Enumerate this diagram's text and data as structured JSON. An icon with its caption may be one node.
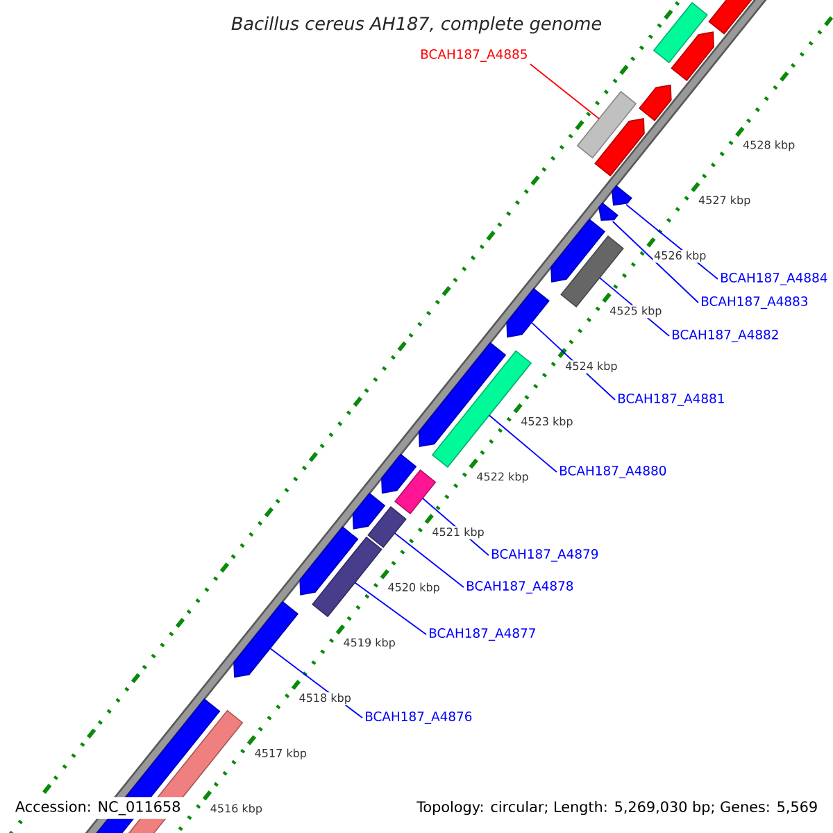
{
  "diagram": {
    "title": "Bacillus cereus AH187, complete genome",
    "nodes": [
      {
        "text": [
          "BCAH187_A4885"
        ]
      },
      {
        "text": [
          "BCAH187_A4884"
        ]
      },
      {
        "text": [
          "BCAH187_A4883"
        ]
      },
      {
        "text": [
          "BCAH187_A4882"
        ]
      },
      {
        "text": [
          "BCAH187_A4881"
        ]
      },
      {
        "text": [
          "BCAH187_A4880"
        ]
      },
      {
        "text": [
          "BCAH187_A4879"
        ]
      },
      {
        "text": [
          "BCAH187_A4878"
        ]
      },
      {
        "text": [
          "BCAH187_A4877"
        ]
      },
      {
        "text": [
          "BCAH187_A4876"
        ]
      },
      {
        "text": [],
        "shape": "bar"
      },
      {
        "text": [],
        "shape": "pentagon"
      },
      {
        "text": [],
        "shape": "pentagon"
      },
      {
        "text": [],
        "shape": "bar"
      },
      {
        "text": [],
        "shape": "pentagon"
      },
      {
        "text": [],
        "shape": "pentagon"
      },
      {
        "text": [],
        "shape": "bar"
      },
      {
        "text": [],
        "shape": "bar"
      },
      {
        "text": [],
        "shape": "bar"
      },
      {
        "text": [],
        "shape": "bar"
      },
      {
        "text": [],
        "shape": "pentagon"
      }
    ],
    "edges": [
      {
        "from": 0,
        "to": 10,
        "arrow": "none",
        "color": "#ff0000"
      },
      {
        "from": 1,
        "to": 11,
        "arrow": "none"
      },
      {
        "from": 2,
        "to": 12,
        "arrow": "none"
      },
      {
        "from": 3,
        "to": 13,
        "arrow": "none"
      },
      {
        "from": 4,
        "to": 14,
        "arrow": "none"
      },
      {
        "from": 5,
        "to": 16,
        "arrow": "none"
      },
      {
        "from": 6,
        "to": 17,
        "arrow": "none"
      },
      {
        "from": 7,
        "to": 18,
        "arrow": "none"
      },
      {
        "from": 8,
        "to": 19,
        "arrow": "none"
      },
      {
        "from": 9,
        "to": 20,
        "arrow": "none"
      }
    ],
    "labels": [
      "4528 kbp",
      "4527 kbp",
      "4526 kbp",
      "4525 kbp",
      "4524 kbp",
      "4523 kbp",
      "4522 kbp",
      "4521 kbp",
      "4520 kbp",
      "4519 kbp",
      "4518 kbp",
      "4517 kbp",
      "4516 kbp",
      "Accession: NC_011658",
      "Topology: circular; Length: 5,269,030 bp; Genes: 5,569"
    ]
  }
}
